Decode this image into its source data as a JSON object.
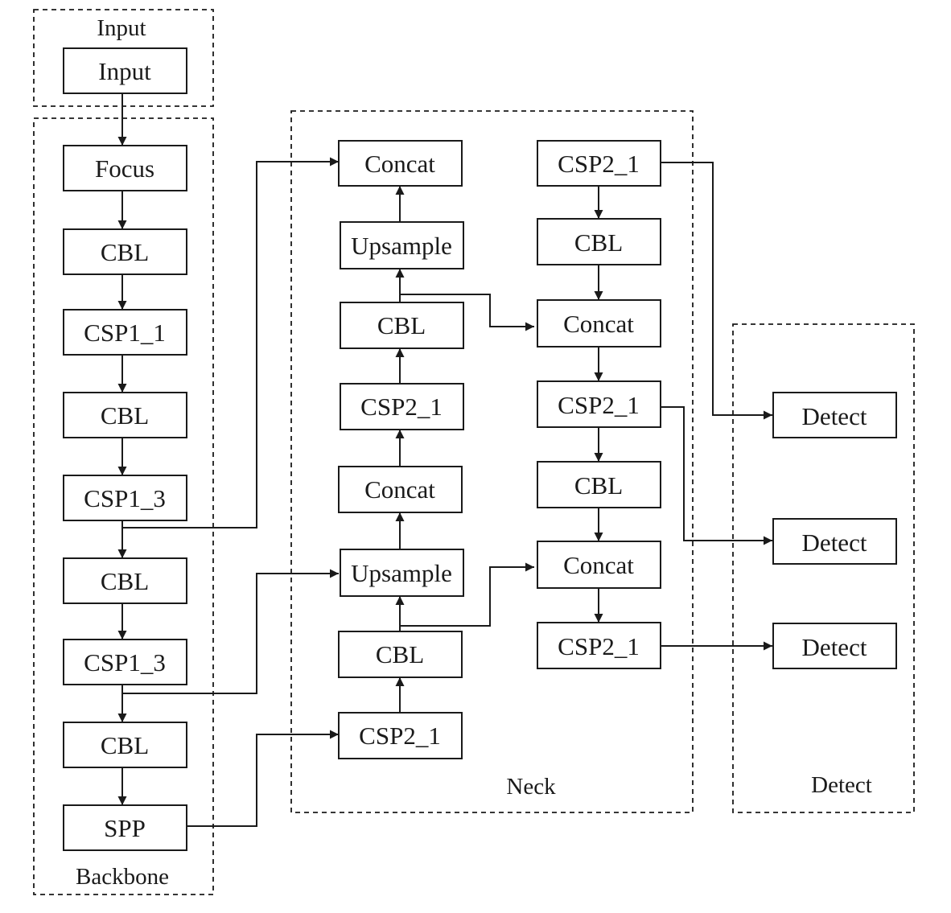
{
  "regions": {
    "input": "Input",
    "backbone": "Backbone",
    "neck": "Neck",
    "detect": "Detect"
  },
  "backbone": [
    "Input",
    "Focus",
    "CBL",
    "CSP1_1",
    "CBL",
    "CSP1_3",
    "CBL",
    "CSP1_3",
    "CBL",
    "SPP"
  ],
  "neck_up": [
    "Concat",
    "Upsample",
    "CBL",
    "CSP2_1",
    "Concat",
    "Upsample",
    "CBL",
    "CSP2_1"
  ],
  "neck_down": [
    "CSP2_1",
    "CBL",
    "Concat",
    "CSP2_1",
    "CBL",
    "Concat",
    "CSP2_1"
  ],
  "heads": [
    "Detect",
    "Detect",
    "Detect"
  ]
}
